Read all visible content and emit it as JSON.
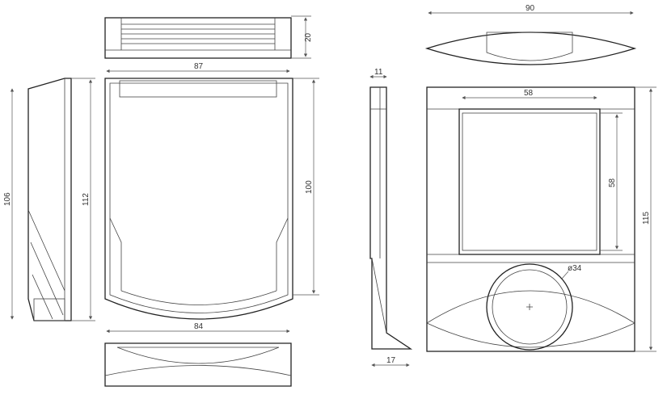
{
  "dimensions": {
    "top_view_height": "20",
    "top_view_width": "87",
    "side_height_inner": "106",
    "side_height_outer": "112",
    "front_height": "100",
    "bottom_width": "84",
    "thin_side_top": "11",
    "thin_side_bottom": "17",
    "right_top_width": "90",
    "screen_width": "58",
    "screen_height": "58",
    "right_front_height": "115",
    "knob_diameter": "ø34"
  }
}
